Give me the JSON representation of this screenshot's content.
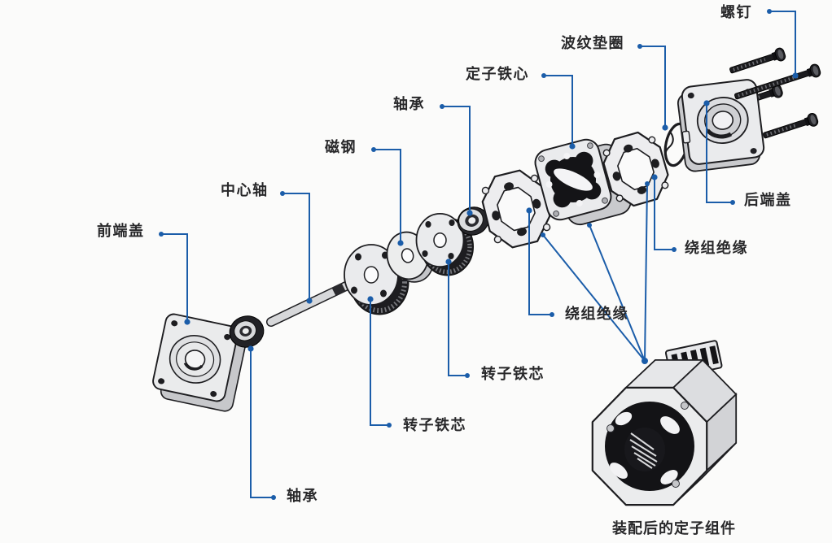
{
  "diagram": {
    "caption": "装配后的定子组件",
    "labels": {
      "screw": "螺钉",
      "wave_washer": "波纹垫圈",
      "stator_core": "定子铁心",
      "bearing_top": "轴承",
      "magnet": "磁钢",
      "center_shaft": "中心轴",
      "front_cover": "前端盖",
      "rear_cover": "后端盖",
      "winding_insulation_right": "绕组绝缘",
      "winding_insulation_middle": "绕组绝缘",
      "rotor_core_upper": "转子铁芯",
      "rotor_core_lower": "转子铁芯",
      "bearing_bottom": "轴承"
    },
    "colors": {
      "leader_line": "#1b5da9",
      "label_text": "#28282a",
      "background": "#fbfbfa"
    }
  }
}
